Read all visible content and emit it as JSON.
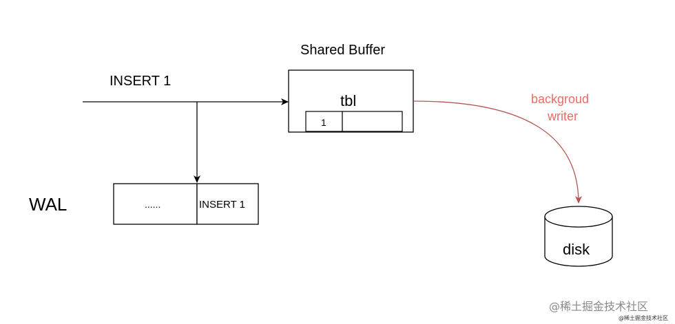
{
  "labels": {
    "insert_arrow": "INSERT 1",
    "shared_buffer_title": "Shared Buffer",
    "table_name": "tbl",
    "buffer_cell": "1",
    "wal_title": "WAL",
    "wal_prev_records": "......",
    "wal_record": "INSERT 1",
    "bg_writer_line1": "backgroud",
    "bg_writer_line2": "writer",
    "disk": "disk",
    "watermark_main": "@稀土掘金技术社区",
    "watermark_sub": "@稀土掘金技术社区"
  },
  "colors": {
    "line": "#000000",
    "bg_writer": "#b85450",
    "bg_writer_text": "#ea6b66",
    "watermark": "#8a8a8a",
    "watermark_sub": "#333333"
  }
}
